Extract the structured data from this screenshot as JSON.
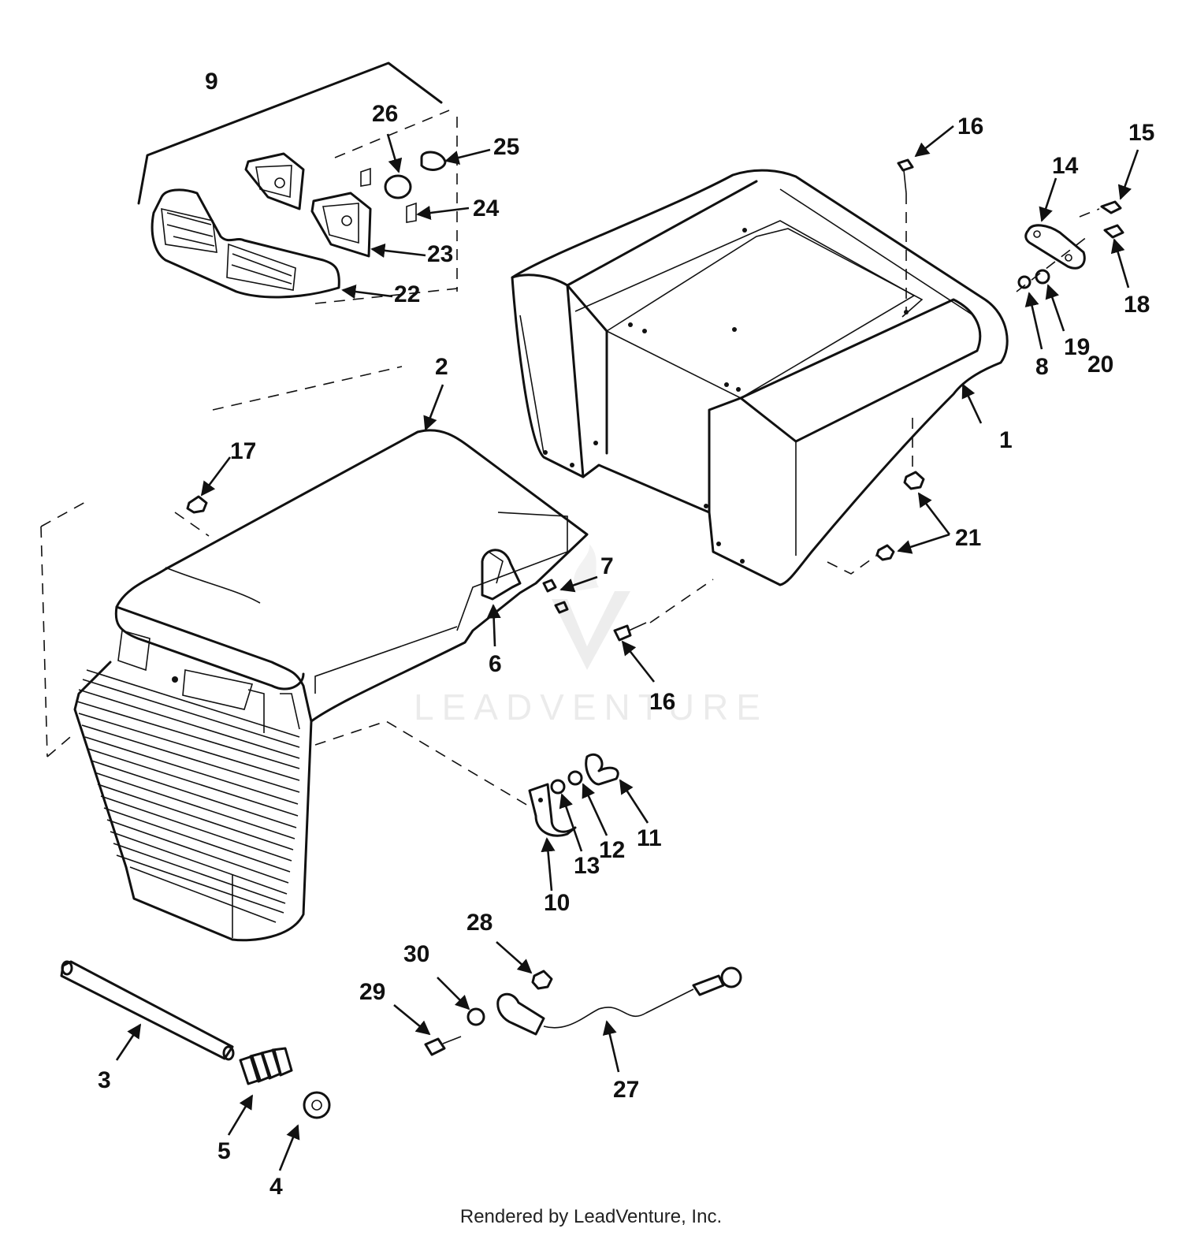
{
  "callouts": {
    "c1": "1",
    "c2": "2",
    "c3": "3",
    "c4": "4",
    "c5": "5",
    "c6": "6",
    "c7": "7",
    "c8": "8",
    "c9": "9",
    "c10": "10",
    "c11": "11",
    "c12": "12",
    "c13": "13",
    "c14": "14",
    "c15": "15",
    "c16a": "16",
    "c16b": "16",
    "c17": "17",
    "c18": "18",
    "c19": "19",
    "c20": "20",
    "c21": "21",
    "c22": "22",
    "c23": "23",
    "c24": "24",
    "c25": "25",
    "c26": "26",
    "c27": "27",
    "c28": "28",
    "c29": "29",
    "c30": "30"
  },
  "watermark": "LEADVENTURE",
  "footer": "Rendered by LeadVenture, Inc."
}
